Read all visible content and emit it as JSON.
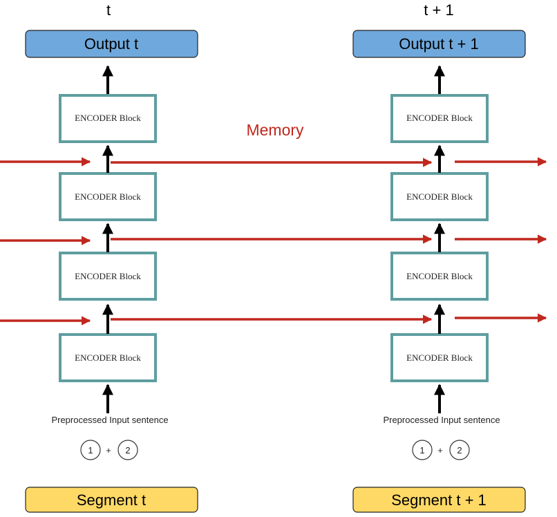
{
  "colors": {
    "output_fill": "#6fa8dc",
    "segment_fill": "#ffd966",
    "encoder_border": "#5f9ea0",
    "memory_arrow": "#c0281e",
    "memory_text": "#c0281e",
    "arrow_black": "#000000"
  },
  "columns": [
    {
      "time_label": "t",
      "output_label": "Output t",
      "encoder_labels": [
        "ENCODER Block",
        "ENCODER Block",
        "ENCODER Block",
        "ENCODER Block"
      ],
      "input_label": "Preprocessed Input sentence",
      "token_1": "1",
      "plus": "+",
      "token_2": "2",
      "segment_label": "Segment t"
    },
    {
      "time_label": "t + 1",
      "output_label": "Output t + 1",
      "encoder_labels": [
        "ENCODER Block",
        "ENCODER Block",
        "ENCODER Block",
        "ENCODER Block"
      ],
      "input_label": "Preprocessed Input sentence",
      "token_1": "1",
      "plus": "+",
      "token_2": "2",
      "segment_label": "Segment t + 1"
    }
  ],
  "memory_label": "Memory"
}
